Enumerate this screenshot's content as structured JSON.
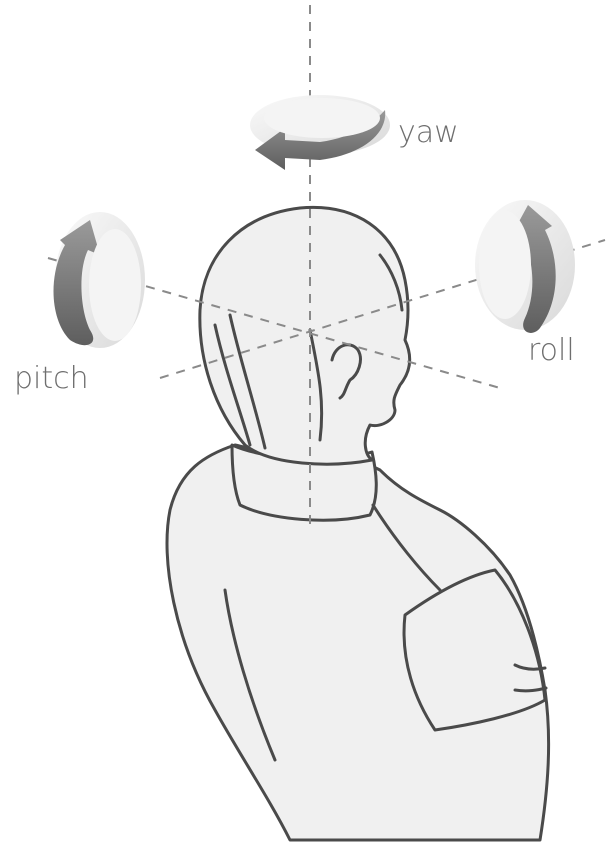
{
  "labels": {
    "yaw": "yaw",
    "pitch": "pitch",
    "roll": "roll"
  },
  "colors": {
    "line": "#4a4a4a",
    "fill": "#f0f0f0",
    "arrow": "#7a7a7a",
    "axis": "#8a8a8a",
    "label": "#6e6e6e"
  }
}
